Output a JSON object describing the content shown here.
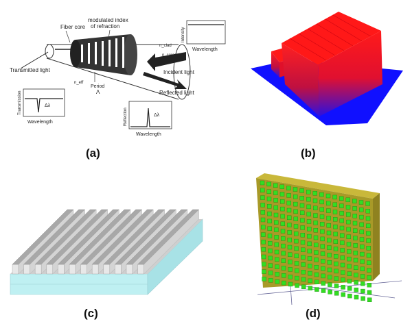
{
  "panel_a": {
    "caption": "(a)",
    "labels": {
      "fiber_core": "Fiber core",
      "modulated_index_1": "modulated index",
      "modulated_index_2": "of refraction",
      "transmitted_light": "Transmitted light",
      "incident_light": "Incident light",
      "reflected_light": "Reflected light",
      "period": "Period",
      "lambda": "Λ",
      "n_eff": "n_eff",
      "n_clad": "n_clad",
      "n_core": "n_core",
      "delta_lambda_t": "Δλ",
      "delta_lambda_r": "Δλ",
      "transmission_axis": "Transmission",
      "transmission_x": "Wavelength",
      "intensity_axis": "Intensity",
      "intensity_x": "Wavelength",
      "reflection_axis": "Reflection",
      "reflection_x": "Wavelength"
    }
  },
  "panel_b": {
    "caption": "(b)",
    "colors": {
      "top": "#ff1a1a",
      "base": "#1010ff"
    }
  },
  "panel_c": {
    "caption": "(c)",
    "colors": {
      "ridge": "#b9b9b9",
      "substrate": "#bff0f2"
    }
  },
  "panel_d": {
    "caption": "(d)",
    "colors": {
      "pillar": "#33dd22",
      "wall": "#b3a32c"
    }
  }
}
